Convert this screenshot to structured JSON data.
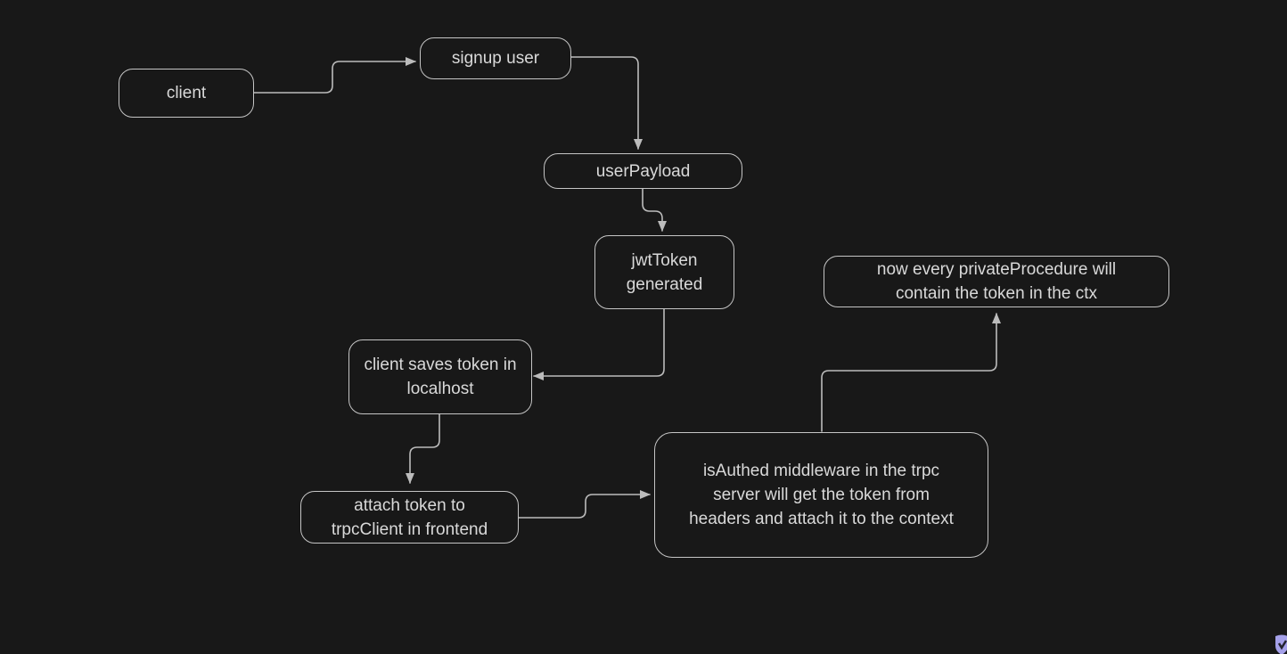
{
  "colors": {
    "canvas_bg": "#181818",
    "node_border": "#c5c5c5",
    "node_text": "#d9d9d9",
    "arrow": "#bcbcbc",
    "corner_logo": "#a5a1e9",
    "corner_logo_mark": "#23232e"
  },
  "diagram": {
    "nodes": {
      "client": "client",
      "signup_user": "signup user",
      "user_payload": "userPayload",
      "jwt_token": "jwtToken\ngenerated",
      "save_token": "client saves token in\nlocalhost",
      "attach_token": "attach token to\ntrpcClient in frontend",
      "is_authed": "isAuthed middleware in the trpc\nserver will get the token from\nheaders and attach it to the context",
      "private_procedure": "now every privateProcedure will\ncontain the token in the ctx"
    },
    "edges": [
      {
        "from": "client",
        "to": "signup_user"
      },
      {
        "from": "signup_user",
        "to": "user_payload"
      },
      {
        "from": "user_payload",
        "to": "jwt_token"
      },
      {
        "from": "jwt_token",
        "to": "save_token"
      },
      {
        "from": "save_token",
        "to": "attach_token"
      },
      {
        "from": "attach_token",
        "to": "is_authed"
      },
      {
        "from": "is_authed",
        "to": "private_procedure"
      }
    ]
  }
}
